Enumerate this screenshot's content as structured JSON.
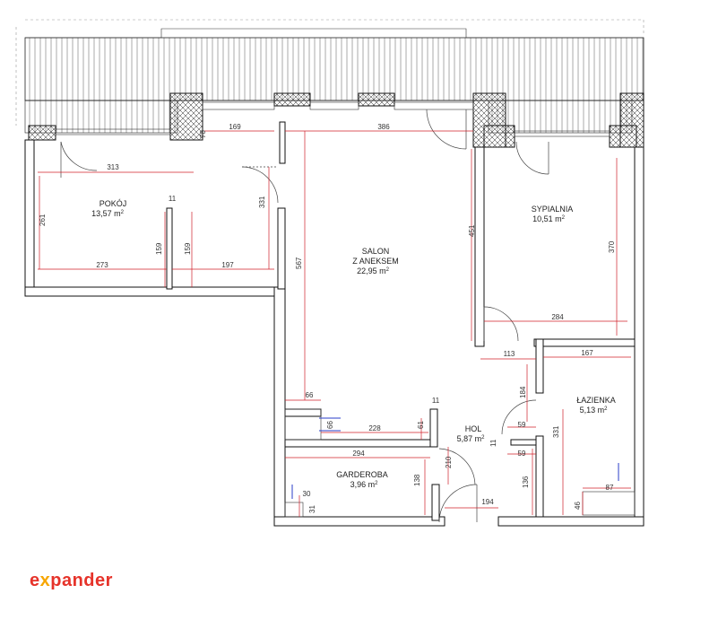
{
  "brand": {
    "logo_prefix": "e",
    "logo_x": "x",
    "logo_suffix": "pander",
    "accent_color": "#e6332a",
    "x_color": "#f7a600"
  },
  "dimension_color": "#d0202a",
  "rooms": {
    "pokoj": {
      "name": "POKÓJ",
      "area": "13,57 m",
      "exp": "2"
    },
    "salon": {
      "name1": "SALON",
      "name2": "Z ANEKSEM",
      "area": "22,95 m",
      "exp": "2"
    },
    "sypialnia": {
      "name": "SYPIALNIA",
      "area": "10,51 m",
      "exp": "2"
    },
    "lazienka": {
      "name": "ŁAZIENKA",
      "area": "5,13 m",
      "exp": "2"
    },
    "hol": {
      "name": "HOL",
      "area": "5,87 m",
      "exp": "2"
    },
    "garderoba": {
      "name": "GARDEROBA",
      "area": "3,96 m",
      "exp": "2"
    }
  },
  "dimensions": {
    "d70": "70",
    "d169": "169",
    "d386": "386",
    "d313": "313",
    "d11a": "11",
    "d331a": "331",
    "d261": "261",
    "d159a": "159",
    "d159b": "159",
    "d273": "273",
    "d197": "197",
    "d567": "567",
    "d451": "451",
    "d370": "370",
    "d284": "284",
    "d113": "113",
    "d167": "167",
    "d184": "184",
    "d66a": "66",
    "d66b": "66",
    "d11b": "11",
    "d228": "228",
    "d61": "61",
    "d59a": "59",
    "d59b": "59",
    "d11c": "11",
    "d331b": "331",
    "d294": "294",
    "d210": "210",
    "d138": "138",
    "d136": "136",
    "d30": "30",
    "d31": "31",
    "d194": "194",
    "d46": "46",
    "d87": "87"
  }
}
